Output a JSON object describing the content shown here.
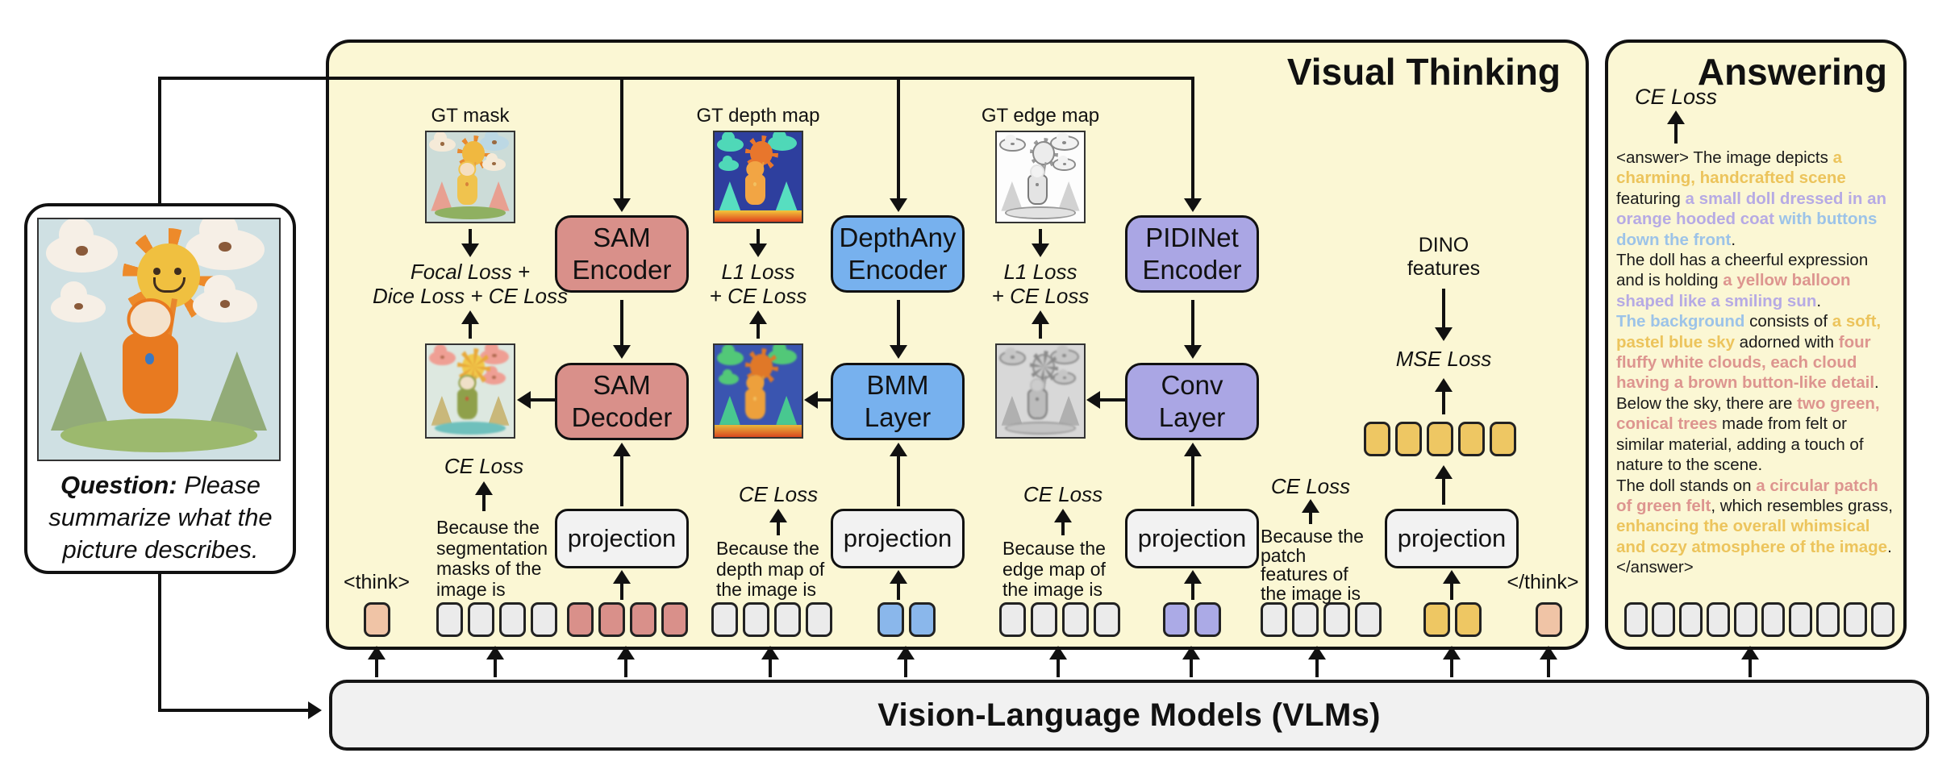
{
  "question_panel": {
    "label_bold": "Question:",
    "label_rest": " Please summarize what the picture describes."
  },
  "vlm_bar": {
    "label": "Vision-Language Models (VLMs)"
  },
  "visual_thinking": {
    "title": "Visual Thinking",
    "think_open": "<think>",
    "think_close": "</think>",
    "gt_labels": {
      "seg": "GT mask",
      "depth": "GT depth map",
      "edge": "GT  edge map"
    },
    "loss_texts": {
      "seg": [
        "Focal Loss +",
        "Dice Loss + CE Loss"
      ],
      "depth": [
        "L1 Loss",
        "+ CE Loss"
      ],
      "edge": [
        "L1 Loss",
        "+ CE Loss"
      ]
    },
    "boxes": {
      "sam_encoder": [
        "SAM",
        "Encoder"
      ],
      "sam_decoder": [
        "SAM",
        "Decoder"
      ],
      "depth_encoder": [
        "DepthAny",
        "Encoder"
      ],
      "bmm_layer": [
        "BMM",
        "Layer"
      ],
      "edge_encoder": [
        "PIDINet",
        "Encoder"
      ],
      "conv_layer": [
        "Conv",
        "Layer"
      ],
      "projection": "projection"
    },
    "ce_loss_label": "CE Loss",
    "because": {
      "seg": [
        "Because the",
        "segmentation",
        "masks of the",
        "image is"
      ],
      "depth": [
        "Because the",
        "depth map of",
        "the image is"
      ],
      "edge": [
        "Because the",
        "edge map of",
        "the image is"
      ],
      "patch": [
        "Because the",
        "patch",
        "features of",
        "the image is"
      ]
    },
    "dino": {
      "feature_lines": [
        "DINO",
        "features"
      ],
      "loss_label": "MSE Loss"
    }
  },
  "answering": {
    "title": "Answering",
    "ce_loss_label": "CE Loss",
    "answer_lines": [
      [
        {
          "c": "k",
          "t": "<answer> The image depicts "
        },
        {
          "c": "y",
          "t": "a charming, handcrafted scene"
        },
        {
          "c": "k",
          "t": " featuring "
        },
        {
          "c": "l",
          "t": "a small doll dressed in an orange hooded coat "
        },
        {
          "c": "b",
          "t": "with buttons down the front"
        },
        {
          "c": "k",
          "t": "."
        }
      ],
      [
        {
          "c": "k",
          "t": "The doll has a cheerful expression and is holding "
        },
        {
          "c": "p",
          "t": "a yellow balloon"
        },
        {
          "c": "l",
          "t": " shaped like a smiling sun"
        },
        {
          "c": "k",
          "t": "."
        }
      ],
      [
        {
          "c": "b",
          "t": "The background"
        },
        {
          "c": "k",
          "t": " consists of "
        },
        {
          "c": "y",
          "t": "a soft, pastel blue sky"
        },
        {
          "c": "k",
          "t": " adorned with "
        },
        {
          "c": "p",
          "t": "four fluffy white clouds, each cloud having a brown button-like detail"
        },
        {
          "c": "k",
          "t": "."
        }
      ],
      [
        {
          "c": "k",
          "t": "Below the sky, there are "
        },
        {
          "c": "p",
          "t": "two green, conical trees"
        },
        {
          "c": "k",
          "t": " made from felt or similar material, adding a touch of nature to the scene."
        }
      ],
      [
        {
          "c": "k",
          "t": "The doll stands on "
        },
        {
          "c": "p",
          "t": "a circular patch of green felt"
        },
        {
          "c": "k",
          "t": ", which resembles grass, "
        },
        {
          "c": "y",
          "t": "enhancing the overall whimsical and cozy atmosphere of the image"
        },
        {
          "c": "k",
          "t": "."
        }
      ],
      [
        {
          "c": "k",
          "t": "</answer>"
        }
      ]
    ]
  },
  "tokens": {
    "groups": [
      {
        "id": "think-open",
        "color": "peach",
        "count": 1
      },
      {
        "id": "seg-text",
        "color": "gray",
        "count": 4
      },
      {
        "id": "seg-feat",
        "color": "pink",
        "count": 4
      },
      {
        "id": "depth-text",
        "color": "gray",
        "count": 4
      },
      {
        "id": "depth-feat",
        "color": "blue",
        "count": 2
      },
      {
        "id": "edge-text",
        "color": "gray",
        "count": 4
      },
      {
        "id": "edge-feat",
        "color": "purple",
        "count": 2
      },
      {
        "id": "patch-text",
        "color": "gray",
        "count": 4
      },
      {
        "id": "patch-feat",
        "color": "yellow",
        "count": 2
      },
      {
        "id": "think-close",
        "color": "peach",
        "count": 1
      },
      {
        "id": "dino-feat",
        "color": "yellow",
        "count": 5
      },
      {
        "id": "answer",
        "color": "gray",
        "count": 10,
        "small": true
      }
    ]
  },
  "colors": {
    "panel_yellow": "#fbf7d4",
    "salmon": "#d9908a",
    "blue": "#77b1ee",
    "purple": "#aaa6e4",
    "token_yellow": "#eec763",
    "token_peach": "#f0c4a6",
    "text_yellow": "#ecc45c",
    "text_pink": "#dd958f",
    "text_blue": "#9cc3e8",
    "text_lavender": "#b6aae4"
  }
}
